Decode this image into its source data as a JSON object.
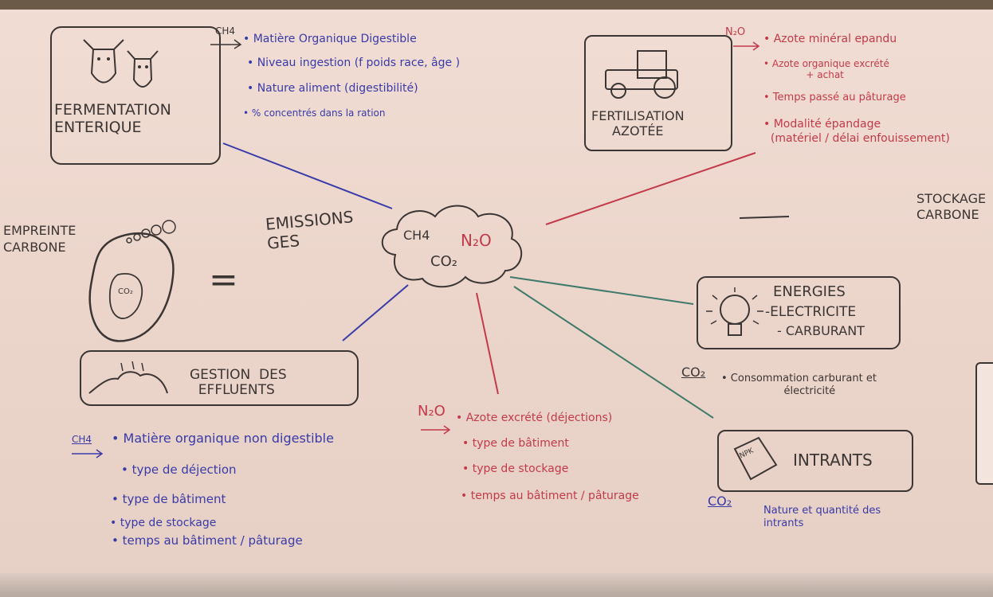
{
  "colors": {
    "paper": "#ecd6cc",
    "ink_dark": "#3b3534",
    "ink_blue": "#3a3aa8",
    "ink_red": "#c33a4a",
    "line_green": "#3f7a6a"
  },
  "icons": {
    "cows": "cow-heads-drawing",
    "tractor": "tractor-drawing",
    "cloud": "cloud-drawing",
    "footprint": "footprint-drawing",
    "manure": "manure-pile-drawing",
    "bulb": "light-bulb-drawing",
    "bag": "fertilizer-bag-drawing"
  },
  "center": {
    "title": "EMISSIONS\nGES",
    "ch4": "CH4",
    "n2o": "N₂O",
    "co2": "CO₂"
  },
  "footprint": {
    "title": "EMPREINTE\nCARBONE",
    "label": "CO₂",
    "equals": "="
  },
  "fermentation": {
    "title": "FERMENTATION\nENTERIQUE",
    "gas": "CH4",
    "items": [
      "• Matière Organique Digestible",
      "• Niveau ingestion (f poids race, âge )",
      "• Nature aliment (digestibilité)",
      "• % concentrés dans la ration"
    ]
  },
  "fertilisation": {
    "title": "FERTILISATION\nAZOTÉE",
    "gas": "N₂O",
    "items": [
      "• Azote minéral epandu",
      "• Azote organique excrété\n              + achat",
      "• Temps passé au pâturage",
      "• Modalité épandage\n  (matériel / délai enfouissement)"
    ]
  },
  "stockage": {
    "title": "STOCKAGE\nCARBONE"
  },
  "energies": {
    "title": "ENERGIES",
    "items": [
      "-ELECTRICITE",
      "- CARBURANT"
    ],
    "gas": "CO₂",
    "note": "• Consommation carburant et\n                   électricité"
  },
  "intrants": {
    "title": "INTRANTS",
    "bag_label": "NPK",
    "gas": "CO₂",
    "note": "Nature et quantité des\nintrants"
  },
  "effluents": {
    "title": "GESTION  DES\n  EFFLUENTS",
    "gas": "CH4",
    "items": [
      "• Matière organique non digestible",
      "• type de déjection",
      "• type de bâtiment",
      "• type de stockage",
      "• temps au bâtiment / pâturage"
    ]
  },
  "n2o_center": {
    "gas": "N₂O",
    "items": [
      "• Azote excrété (déjections)",
      "• type de bâtiment",
      "• type de stockage",
      "• temps au bâtiment / pâturage"
    ]
  }
}
